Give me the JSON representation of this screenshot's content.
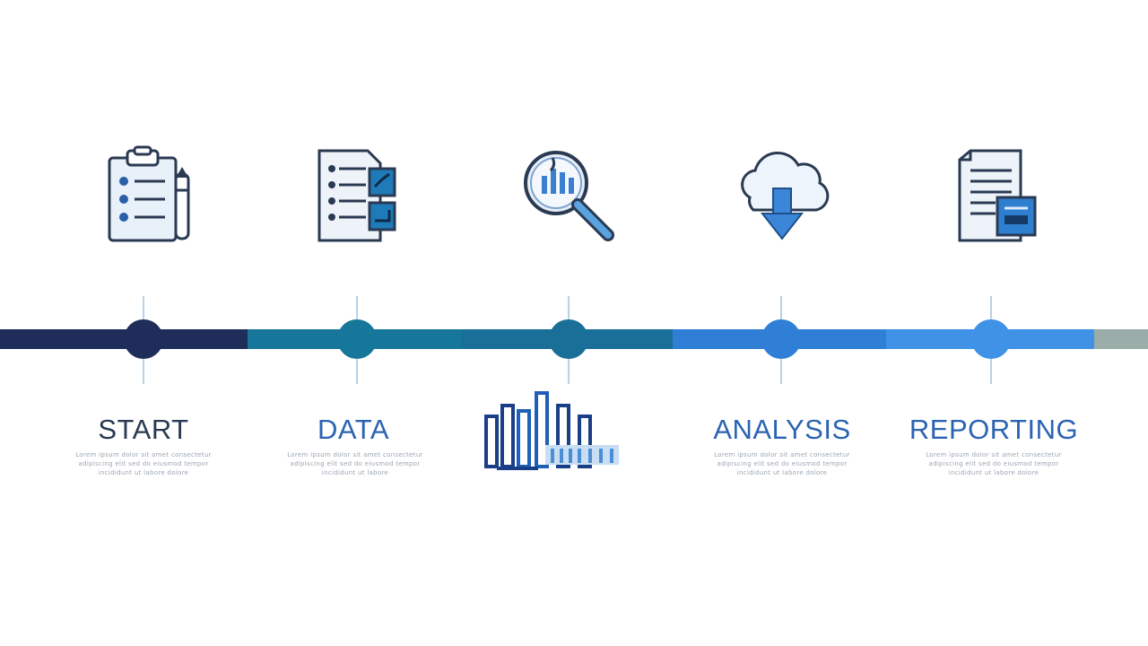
{
  "colors": {
    "navy": "#1e2d5a",
    "teal": "#17779b",
    "ocean": "#1a6f99",
    "blue": "#2f7fd6",
    "sky": "#3f92e6",
    "sage": "#9aada8",
    "label_dark": "#2a3a52",
    "label_blue": "#2b63b3"
  },
  "timeline": {
    "steps": [
      {
        "key": "start",
        "icon": "clipboard-checklist-icon",
        "label": "START",
        "description": [
          "Lorem ipsum dolor sit amet consectetur",
          "adipiscing elit sed do eiusmod tempor",
          "incididunt ut labore dolore"
        ]
      },
      {
        "key": "data",
        "icon": "checklist-document-icon",
        "label": "DATA",
        "description": [
          "Lorem ipsum dolor sit amet consectetur",
          "adipiscing elit sed do eiusmod tempor",
          "incididunt ut labore"
        ]
      },
      {
        "key": "insight",
        "icon": "magnifier-icon",
        "label": "",
        "description": []
      },
      {
        "key": "analysis",
        "icon": "cloud-download-icon",
        "label": "ANALYSIS",
        "description": [
          "Lorem ipsum dolor sit amet consectetur",
          "adipiscing elit sed do eiusmod tempor",
          "incididunt ut labore dolore"
        ]
      },
      {
        "key": "reporting",
        "icon": "report-document-icon",
        "label": "REPORTING",
        "description": [
          "Lorem ipsum dolor sit amet consectetur",
          "adipiscing elit sed do eiusmod tempor",
          "incididunt ut labore dolore"
        ]
      }
    ]
  }
}
